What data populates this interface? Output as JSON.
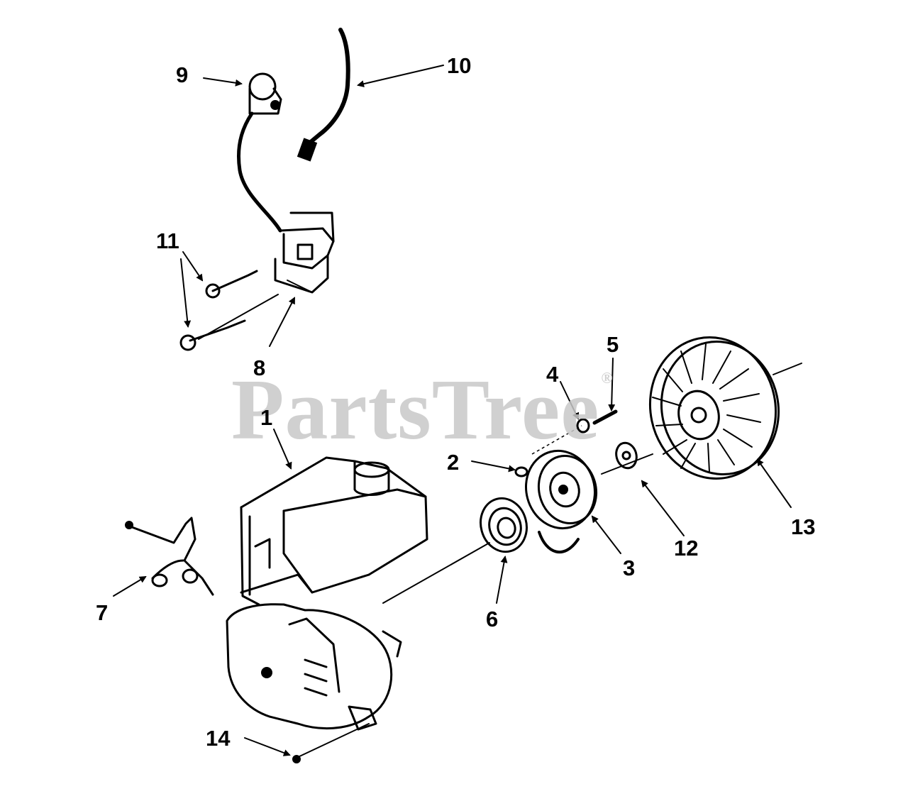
{
  "watermark": {
    "text": "PartsTree",
    "mark": "®"
  },
  "callouts": [
    {
      "id": "c1",
      "label": "1"
    },
    {
      "id": "c2",
      "label": "2"
    },
    {
      "id": "c3",
      "label": "3"
    },
    {
      "id": "c4",
      "label": "4"
    },
    {
      "id": "c5",
      "label": "5"
    },
    {
      "id": "c6",
      "label": "6"
    },
    {
      "id": "c7",
      "label": "7"
    },
    {
      "id": "c8",
      "label": "8"
    },
    {
      "id": "c9",
      "label": "9"
    },
    {
      "id": "c10",
      "label": "10"
    },
    {
      "id": "c11",
      "label": "11"
    },
    {
      "id": "c12",
      "label": "12"
    },
    {
      "id": "c13",
      "label": "13"
    },
    {
      "id": "c14",
      "label": "14"
    }
  ]
}
